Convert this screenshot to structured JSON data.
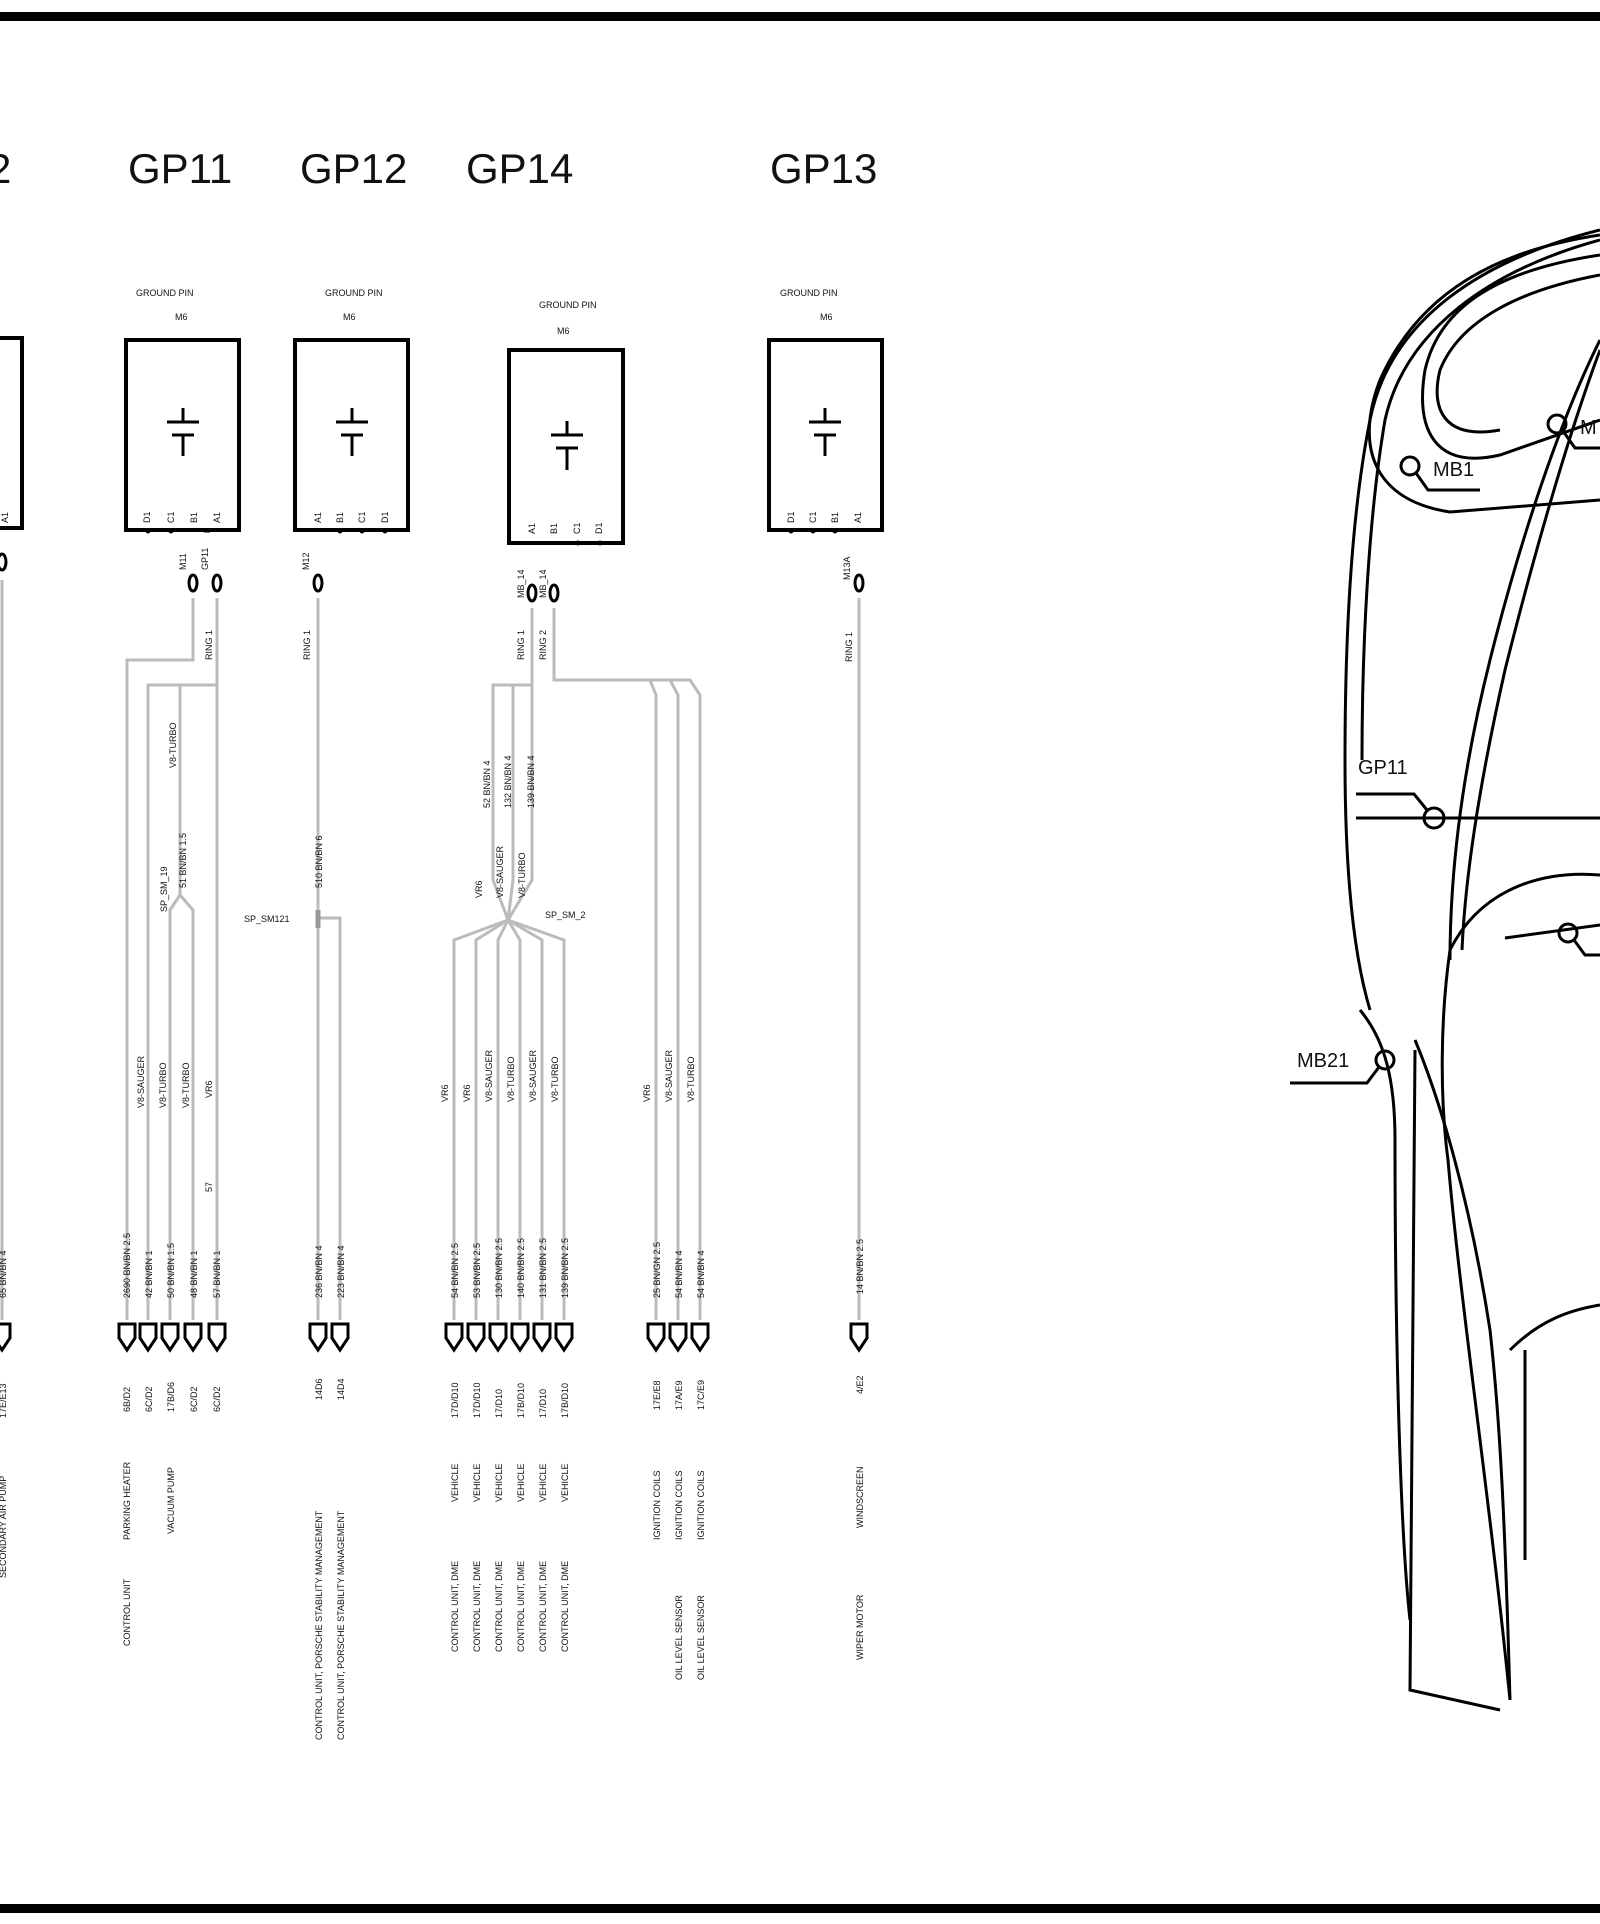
{
  "groups": [
    {
      "id": "gp_partial",
      "title": "2",
      "pins": [
        "A1"
      ],
      "wire_label": "65 BN/BN 4",
      "locations": [
        "17E/E13"
      ],
      "descriptions": [
        [
          "SECONDARY AIR PUMP"
        ]
      ]
    },
    {
      "id": "gp11",
      "title": "GP11",
      "header_top": "GROUND PIN",
      "header_sub": "M6",
      "pins": [
        "D1",
        "C1",
        "B1",
        "A1"
      ],
      "connectors": [
        "M11",
        "GP11"
      ],
      "rings": [
        "RING 1"
      ],
      "variants": {
        "top": "V8-TURBO"
      },
      "splice": {
        "label": "SP_SM_19",
        "wire": "51 BN/BN 1.5"
      },
      "branch_variants": [
        "V8-SAUGER",
        "V8-TURBO",
        "V8-TURBO",
        "VR6"
      ],
      "mid_label": "57",
      "wires": [
        "2690 BN/BN 2.5",
        "42 BN/BN 1",
        "50 BN/BN 1.5",
        "48 BN/BN 1",
        "57 BN/BN 1"
      ],
      "locations": [
        "6B/D2",
        "6C/D2",
        "17B/D6",
        "6C/D2",
        "6C/D2"
      ],
      "descriptions": [
        [
          "PARKING HEATER",
          "CONTROL UNIT"
        ],
        [
          "VACUUM PUMP"
        ]
      ]
    },
    {
      "id": "gp12",
      "title": "GP12",
      "header_top": "GROUND PIN",
      "header_sub": "M6",
      "pins": [
        "A1",
        "B1",
        "C1",
        "D1"
      ],
      "connectors": [
        "M12"
      ],
      "rings": [
        "RING 1"
      ],
      "main_wire": "510 BN/BN 6",
      "splice": {
        "label": "SP_SM121"
      },
      "wires": [
        "236 BN/BN 4",
        "223 BN/BN 4"
      ],
      "locations": [
        "14D6",
        "14D4"
      ],
      "descriptions": [
        [
          "CONTROL UNIT, PORSCHE STABILITY MANAGEMENT"
        ],
        [
          "CONTROL UNIT, PORSCHE STABILITY MANAGEMENT"
        ]
      ]
    },
    {
      "id": "gp14",
      "title": "GP14",
      "header_top": "GROUND PIN",
      "header_sub": "M6",
      "pins": [
        "A1",
        "B1",
        "C1",
        "D1"
      ],
      "connectors": [
        "MB_14",
        "MB_14"
      ],
      "rings": [
        "RING 1",
        "RING 2"
      ],
      "bundle_wires": [
        "52 BN/BN 4",
        "132 BN/BN 4",
        "139 BN/BN 4"
      ],
      "bundle_variants": [
        "VR6",
        "V8-SAUGER",
        "V8-TURBO"
      ],
      "splice": {
        "label": "SP_SM_2"
      },
      "branch_variants": [
        "VR6",
        "VR6",
        "V8-SAUGER",
        "V8-TURBO",
        "V8-SAUGER",
        "V8-TURBO",
        "VR6",
        "V8-SAUGER",
        "V8-TURBO"
      ],
      "wires": [
        "54 BN/BN 2.5",
        "53 BN/BN 2.5",
        "130 BN/BN 2.5",
        "140 BN/BN 2.5",
        "131 BN/BN 2.5",
        "139 BN/BN 2.5",
        "25 BN/GN 2.5",
        "54 BN/BN 4",
        "54 BN/BN 4"
      ],
      "locations": [
        "17D/D10",
        "17D/D10",
        "17/D10",
        "17B/D10",
        "17/D10",
        "17B/D10",
        "17E/E8",
        "17A/E9",
        "17C/E9"
      ],
      "descriptions": [
        [
          "VEHICLE",
          "CONTROL UNIT, DME"
        ],
        [
          "VEHICLE",
          "CONTROL UNIT, DME"
        ],
        [
          "VEHICLE",
          "CONTROL UNIT, DME"
        ],
        [
          "VEHICLE",
          "CONTROL UNIT, DME"
        ],
        [
          "VEHICLE",
          "CONTROL UNIT, DME"
        ],
        [
          "VEHICLE",
          "CONTROL UNIT, DME"
        ],
        [
          "IGNITION COILS"
        ],
        [
          "IGNITION COILS",
          "OIL LEVEL SENSOR"
        ],
        [
          "IGNITION COILS",
          "OIL LEVEL SENSOR"
        ]
      ]
    },
    {
      "id": "gp13",
      "title": "GP13",
      "header_top": "GROUND PIN",
      "header_sub": "M6",
      "pins": [
        "D1",
        "C1",
        "B1",
        "A1"
      ],
      "connectors": [
        "M13A"
      ],
      "rings": [
        "RING 1"
      ],
      "wires": [
        "14 BN/BN 2.5"
      ],
      "locations": [
        "4/E2"
      ],
      "descriptions": [
        [
          "WINDSCREEN",
          "WIPER MOTOR"
        ]
      ]
    }
  ],
  "location_map": {
    "markers": [
      "MB1",
      "M",
      "GP11",
      "MB21"
    ]
  }
}
